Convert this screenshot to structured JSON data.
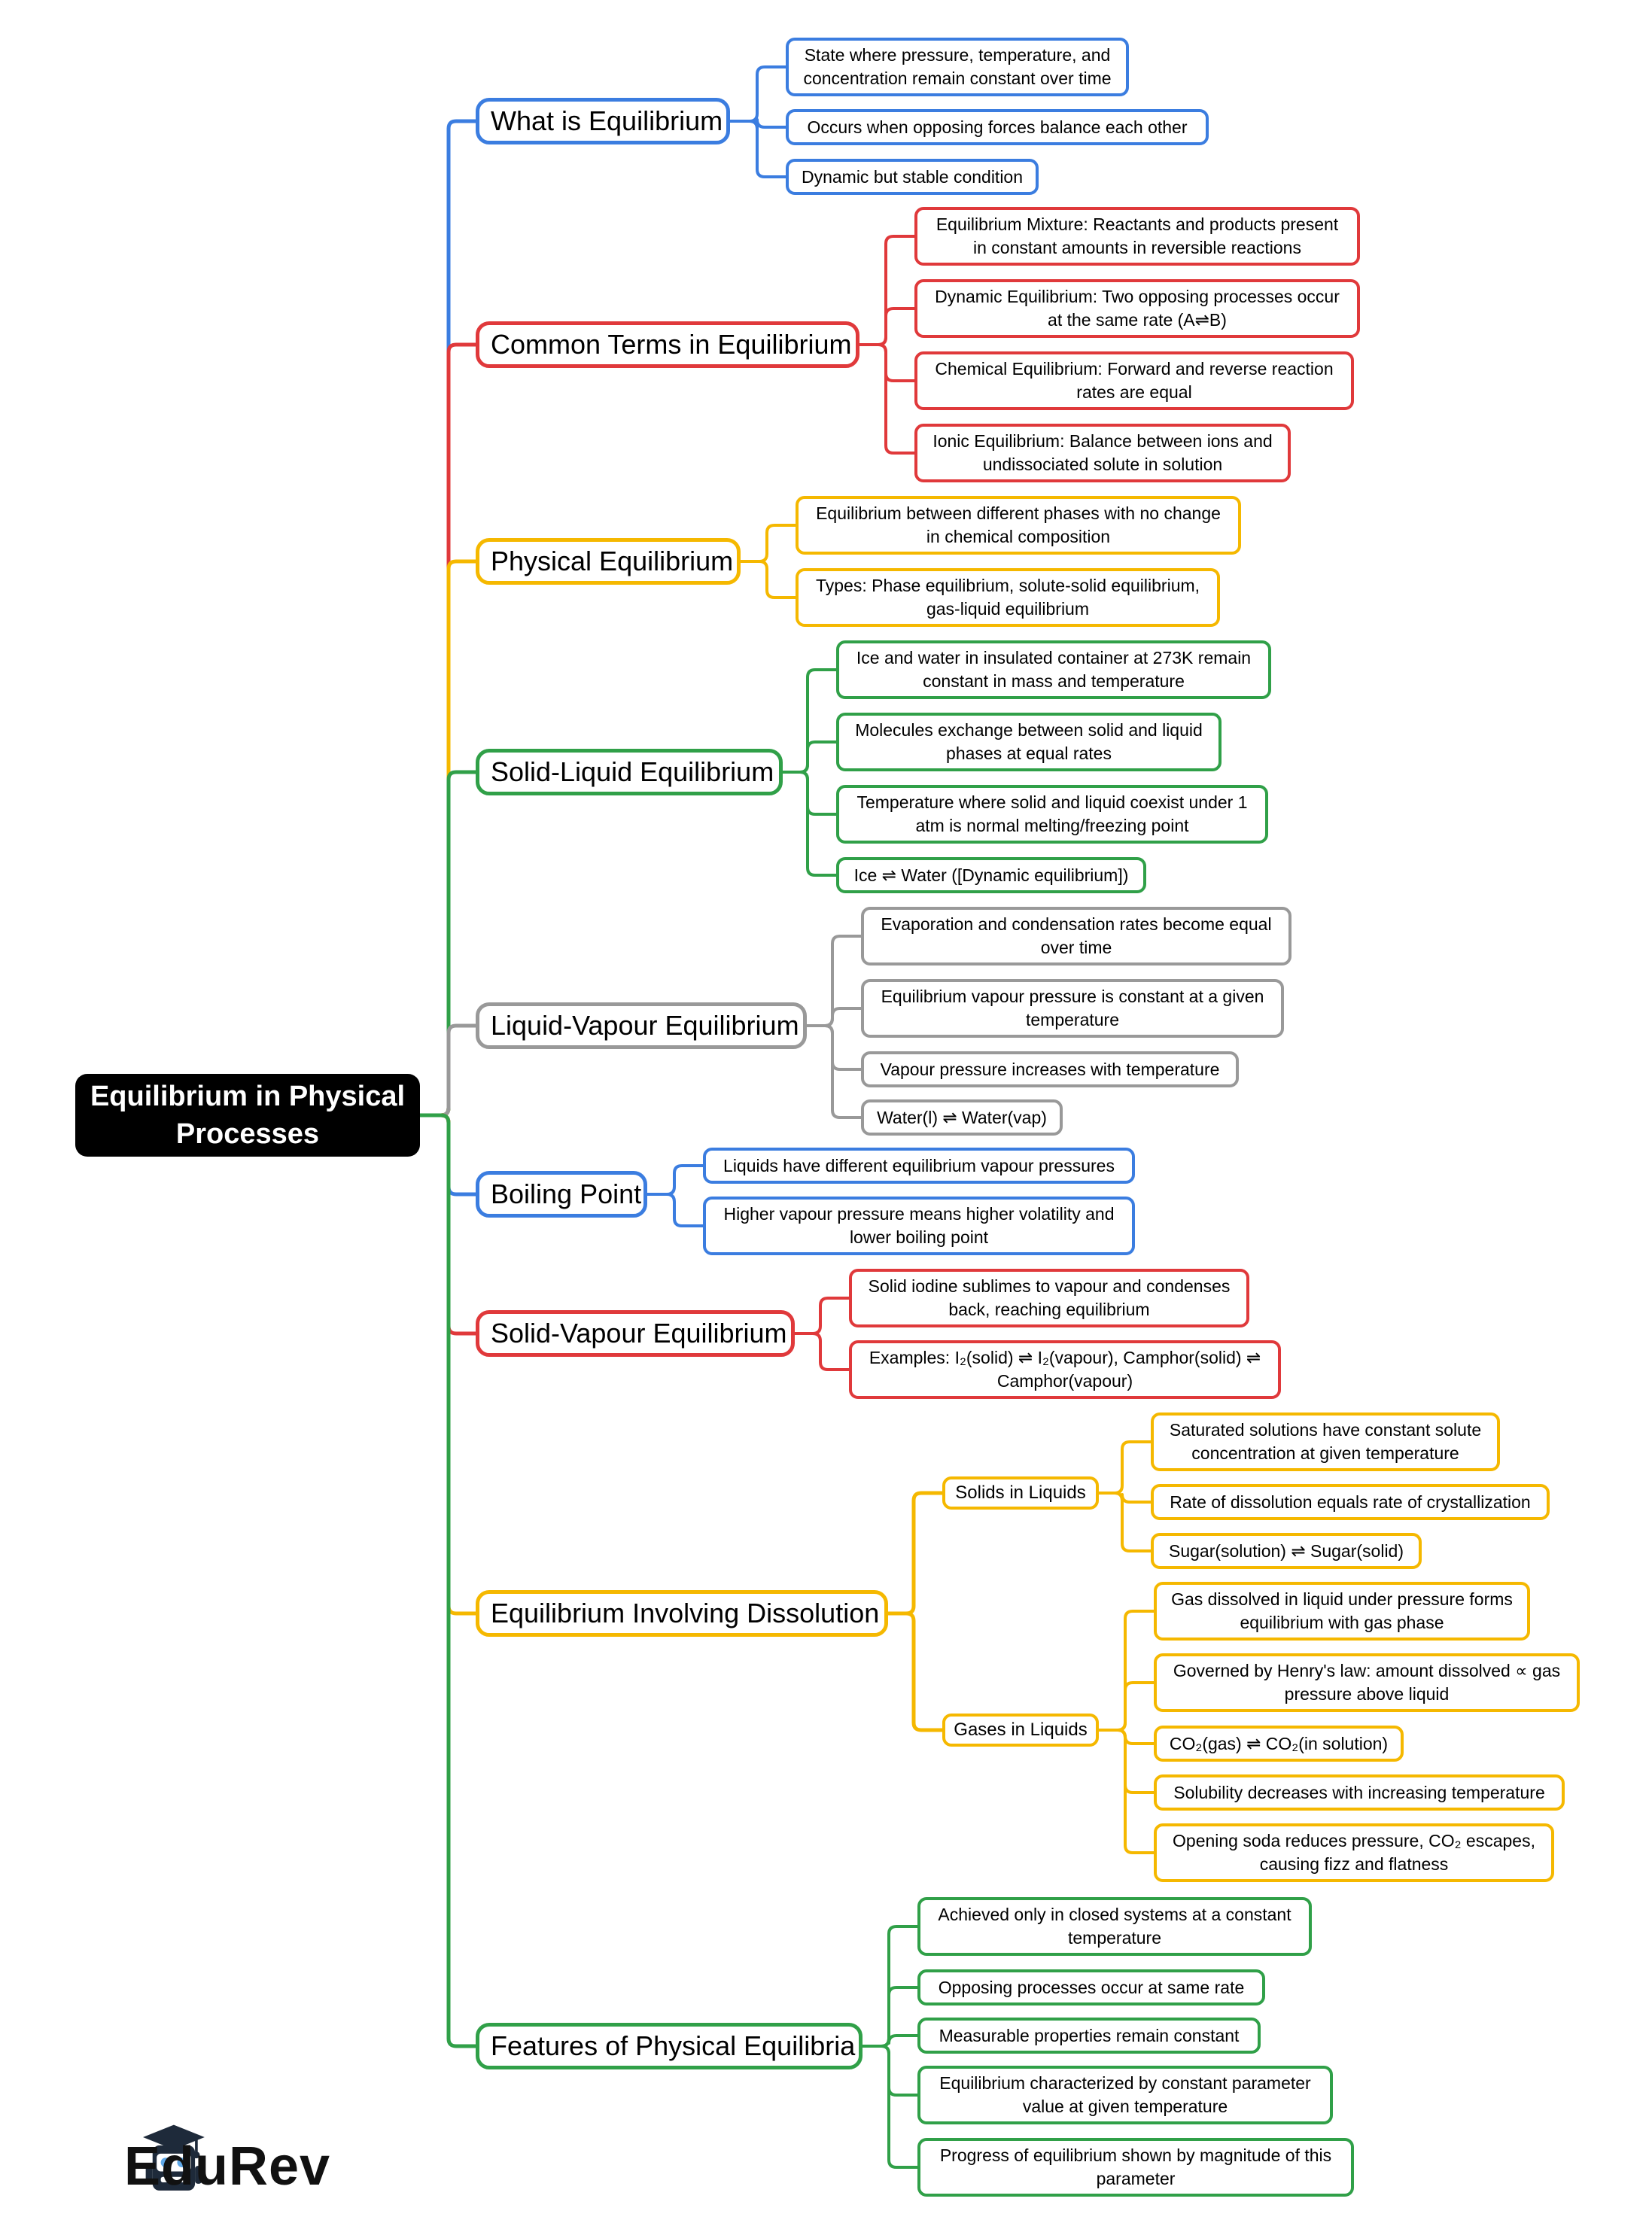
{
  "root": {
    "label": "Equilibrium in Physical\nProcesses"
  },
  "colors": {
    "blue": "#3b7de0",
    "red": "#e0393b",
    "yellow": "#f5b800",
    "green": "#30a048",
    "gray": "#999999",
    "root_bg": "#000000"
  },
  "branches": [
    {
      "label": "What is Equilibrium",
      "color": "blue",
      "leaves": [
        "State where pressure, temperature, and\nconcentration remain constant over time",
        "Occurs when opposing forces balance each other",
        "Dynamic but stable condition"
      ]
    },
    {
      "label": "Common Terms in Equilibrium",
      "color": "red",
      "leaves": [
        "Equilibrium Mixture: Reactants and products present\nin constant amounts in reversible reactions",
        "Dynamic Equilibrium: Two opposing processes occur\nat the same rate (A⇌B)",
        "Chemical Equilibrium: Forward and reverse reaction\nrates are equal",
        "Ionic Equilibrium: Balance between ions and\nundissociated solute in solution"
      ]
    },
    {
      "label": "Physical Equilibrium",
      "color": "yellow",
      "leaves": [
        "Equilibrium between different phases with no change\nin chemical composition",
        "Types: Phase equilibrium, solute-solid equilibrium,\ngas-liquid equilibrium"
      ]
    },
    {
      "label": "Solid-Liquid Equilibrium",
      "color": "green",
      "leaves": [
        "Ice and water in insulated container at 273K remain\nconstant in mass and temperature",
        "Molecules exchange between solid and liquid\nphases at equal rates",
        "Temperature where solid and liquid coexist under 1\natm is normal melting/freezing point",
        "Ice ⇌ Water ([Dynamic equilibrium])"
      ]
    },
    {
      "label": "Liquid-Vapour Equilibrium",
      "color": "gray",
      "leaves": [
        "Evaporation and condensation rates become equal\nover time",
        "Equilibrium vapour pressure is constant at a given\ntemperature",
        "Vapour pressure increases with temperature",
        "Water(l) ⇌ Water(vap)"
      ]
    },
    {
      "label": "Boiling Point",
      "color": "blue",
      "leaves": [
        "Liquids have different equilibrium vapour pressures",
        "Higher vapour pressure means higher volatility and\nlower boiling point"
      ]
    },
    {
      "label": "Solid-Vapour Equilibrium",
      "color": "red",
      "leaves": [
        "Solid iodine sublimes to vapour and condenses\nback, reaching equilibrium",
        "Examples: I₂(solid) ⇌ I₂(vapour), Camphor(solid) ⇌\nCamphor(vapour)"
      ]
    },
    {
      "label": "Equilibrium Involving Dissolution",
      "color": "yellow",
      "subs": [
        {
          "label": "Solids in Liquids",
          "leaves": [
            "Saturated solutions have constant solute\nconcentration at given temperature",
            "Rate of dissolution equals rate of crystallization",
            "Sugar(solution) ⇌ Sugar(solid)"
          ]
        },
        {
          "label": "Gases in Liquids",
          "leaves": [
            "Gas dissolved in liquid under pressure forms\nequilibrium with gas phase",
            "Governed by Henry's law: amount dissolved ∝ gas\npressure above liquid",
            "CO₂(gas) ⇌ CO₂(in solution)",
            "Solubility decreases with increasing temperature",
            "Opening soda reduces pressure, CO₂ escapes,\ncausing fizz and flatness"
          ]
        }
      ]
    },
    {
      "label": "Features of Physical Equilibria",
      "color": "green",
      "leaves": [
        "Achieved only in closed systems at a constant\ntemperature",
        "Opposing processes occur at same rate",
        "Measurable properties remain constant",
        "Equilibrium characterized by constant parameter\nvalue at given temperature",
        "Progress of equilibrium shown by magnitude of this\nparameter"
      ]
    }
  ],
  "logo": {
    "text": "EduRev",
    "icon": "graduate-mascot-icon"
  }
}
